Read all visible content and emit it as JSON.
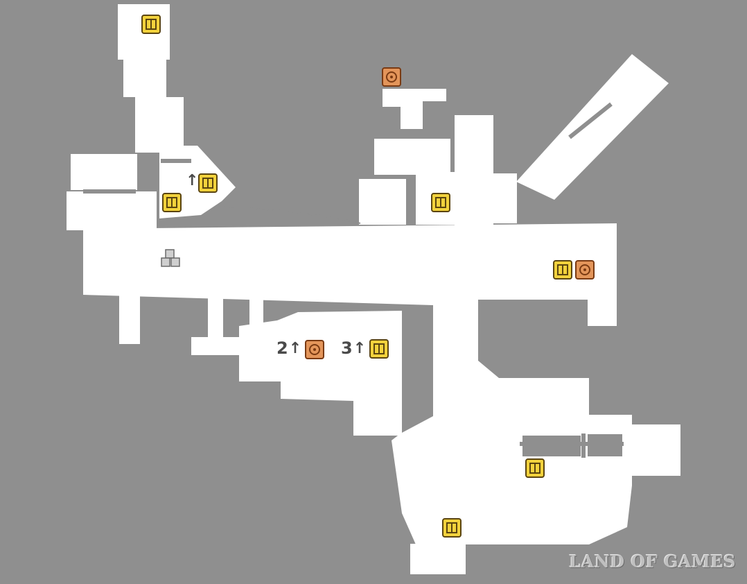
{
  "map": {
    "background_color": "#8f8f8f",
    "floor_color": "#ffffff",
    "markers": [
      {
        "id": "chest-top-left",
        "type": "chest",
        "floor_note": ""
      },
      {
        "id": "safe-top-center",
        "type": "safe",
        "floor_note": ""
      },
      {
        "id": "chest-upper-stair",
        "type": "chest",
        "floor_note": "↑"
      },
      {
        "id": "chest-left-room",
        "type": "chest",
        "floor_note": ""
      },
      {
        "id": "chest-center-room",
        "type": "chest",
        "floor_note": ""
      },
      {
        "id": "chest-right-hall",
        "type": "chest",
        "floor_note": ""
      },
      {
        "id": "safe-right-hall",
        "type": "safe",
        "floor_note": ""
      },
      {
        "id": "safe-floor-2",
        "type": "safe",
        "floor_note": "2↑"
      },
      {
        "id": "chest-floor-3",
        "type": "chest",
        "floor_note": "3↑"
      },
      {
        "id": "chest-lower-right",
        "type": "chest",
        "floor_note": ""
      },
      {
        "id": "chest-bottom",
        "type": "chest",
        "floor_note": ""
      },
      {
        "id": "storage-box",
        "type": "item-box",
        "floor_note": ""
      }
    ],
    "floor_labels": {
      "stair_up": "↑",
      "floor_2_number": "2",
      "floor_3_number": "3",
      "arrow": "↑"
    },
    "icon_colors": {
      "chest_fill": "#f2d23c",
      "chest_stroke": "#5a4410",
      "safe_fill": "#e3955a",
      "safe_stroke": "#7a3a12",
      "box_fill": "#cfcfcf"
    }
  },
  "watermark": "LAND OF GAMES"
}
